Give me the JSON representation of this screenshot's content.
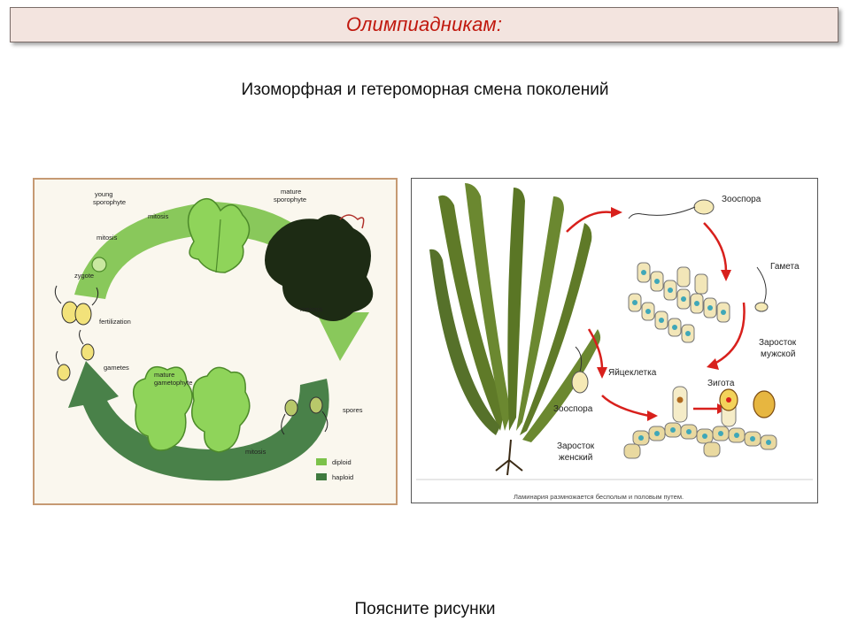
{
  "header": {
    "title": "Олимпиадникам:"
  },
  "subtitle": "Изоморфная и гетероморная смена поколений",
  "footer": "Поясните рисунки",
  "left_figure": {
    "labels": {
      "young_sporophyte": "young",
      "young_sporophyte_2": "sporophyte",
      "mitosis_top": "mitosis",
      "mature_sporophyte": "mature",
      "mature_sporophyte_2": "sporophyte",
      "mitosis_left": "mitosis",
      "zygote": "zygote",
      "fertilization": "fertilization",
      "meiosis": "meiosis",
      "gametes": "gametes",
      "mature_gametophyte": "mature",
      "mature_gametophyte_2": "gametophyte",
      "spores": "spores",
      "mitosis_bottom": "mitosis",
      "legend_diploid": "diploid",
      "legend_haploid": "haploid"
    },
    "colors": {
      "diploid": "#7cc24a",
      "haploid": "#3f7a3f"
    }
  },
  "right_figure": {
    "labels": {
      "zoospore_top": "Зооспора",
      "gamete": "Гамета",
      "male_thallus_1": "Заросток",
      "male_thallus_2": "мужской",
      "egg_cell": "Яйцеклетка",
      "zygote": "Зигота",
      "zoospore_left": "Зооспора",
      "female_thallus_1": "Заросток",
      "female_thallus_2": "женский"
    },
    "caption": "Ламинария размножается бесполым и половым путем."
  }
}
